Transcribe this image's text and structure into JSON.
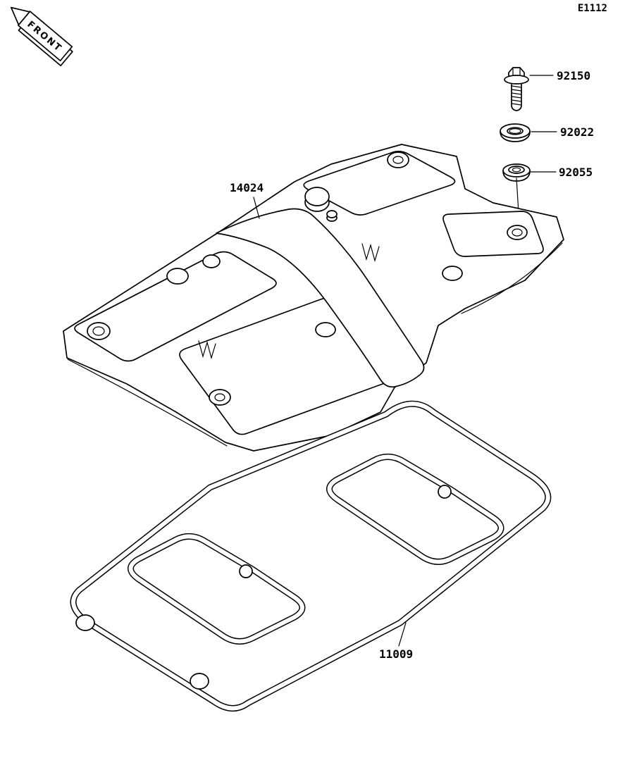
{
  "page": {
    "code": "E1112"
  },
  "front_badge": {
    "label": "FRONT"
  },
  "parts": {
    "bolt": {
      "number": "92150"
    },
    "washer": {
      "number": "92022"
    },
    "grommet": {
      "number": "92055"
    },
    "cover": {
      "number": "14024"
    },
    "gasket": {
      "number": "11009"
    }
  },
  "colors": {
    "line": "#000000",
    "background": "#ffffff"
  }
}
